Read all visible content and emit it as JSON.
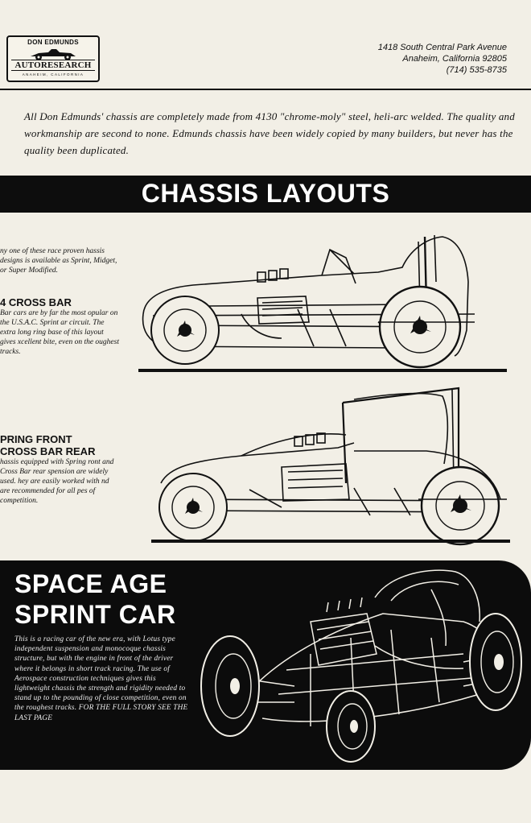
{
  "header": {
    "logo_top": "DON EDMUNDS",
    "logo_main": "AUTORESEARCH",
    "logo_sub": "ANAHEIM, CALIFORNIA",
    "address_line1": "1418 South Central Park Avenue",
    "address_line2": "Anaheim, California 92805",
    "phone": "(714) 535-8735"
  },
  "intro": "All Don Edmunds' chassis are completely made from 4130 \"chrome-moly\" steel, heli-arc welded. The quality and workmanship are second to none. Edmunds chassis have been widely copied by many builders, but never has the quality been duplicated.",
  "banner": {
    "title": "CHASSIS LAYOUTS"
  },
  "layouts": {
    "lead": "ny one of these race proven hassis designs is available as Sprint, Midget, or Super Modified.",
    "crossbar": {
      "heading": "4 CROSS BAR",
      "text": "Bar cars are by far the most opular on the U.S.A.C. Sprint ar circuit. The extra long ring base of this layout gives xcellent bite, even on the oughest tracks."
    },
    "spring": {
      "heading_line1": "PRING FRONT",
      "heading_line2": "CROSS BAR REAR",
      "text": "hassis equipped with Spring ront and Cross Bar rear spension are widely used. hey are easily worked with nd are recommended for all pes of competition."
    }
  },
  "space_age": {
    "title_line1": "SPACE AGE",
    "title_line2": "SPRINT CAR",
    "text": "This is a racing car of the new era, with Lotus type independent suspension and monocoque chassis structure, but with the engine in front of the driver where it belongs in short track racing. The use of Aerospace construction techniques gives this lightweight chassis the strength and rigidity needed to stand up to the pounding of close competition, even on the roughest tracks.",
    "cta": "FOR THE FULL STORY SEE THE LAST PAGE"
  }
}
